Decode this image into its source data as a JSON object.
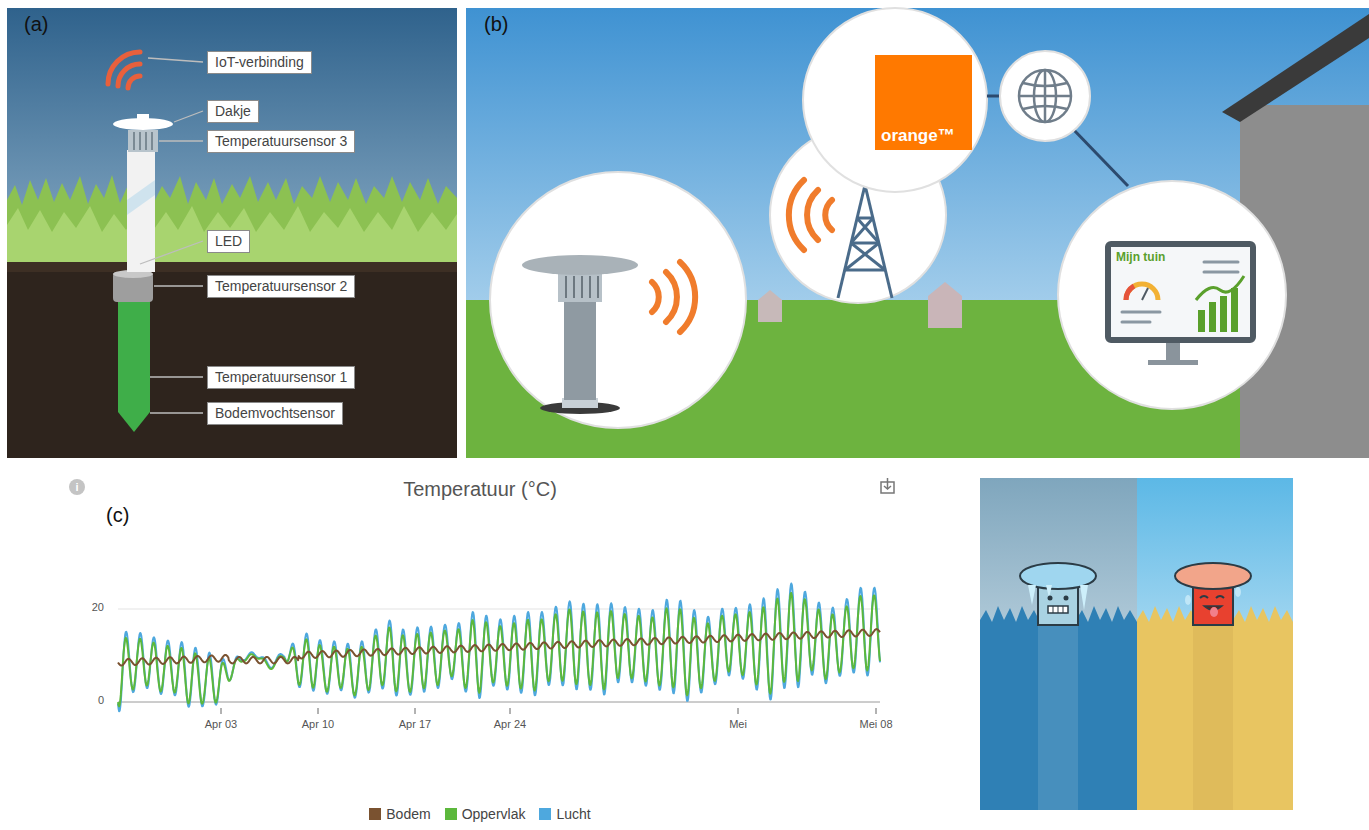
{
  "diagram": {
    "nodes": [
      {
        "text": [
          "IoT-verbinding"
        ]
      },
      {
        "text": [
          "Dakje"
        ]
      },
      {
        "text": [
          "Temperatuursensor 3"
        ]
      },
      {
        "text": [
          "LED"
        ]
      },
      {
        "text": [
          "Temperatuursensor 2"
        ]
      },
      {
        "text": [
          "Temperatuursensor 1"
        ]
      },
      {
        "text": [
          "Bodemvochtsensor"
        ]
      },
      {
        "text": [
          "orange™"
        ]
      },
      {
        "text": [
          "Mijn tuin"
        ]
      }
    ],
    "labels": [
      "(a)",
      "(b)",
      "i",
      "Temperatuur (°C)",
      "(c)",
      "20",
      "0",
      "Apr 03",
      "Apr 10",
      "Apr 17",
      "Apr 24",
      "Mei",
      "Mei 08"
    ],
    "legend": [
      {
        "text": "Bodem",
        "color": "#7a5230"
      },
      {
        "text": "Oppervlak",
        "color": "#5cb83c"
      },
      {
        "text": "Lucht",
        "color": "#4ea8de"
      }
    ]
  }
}
